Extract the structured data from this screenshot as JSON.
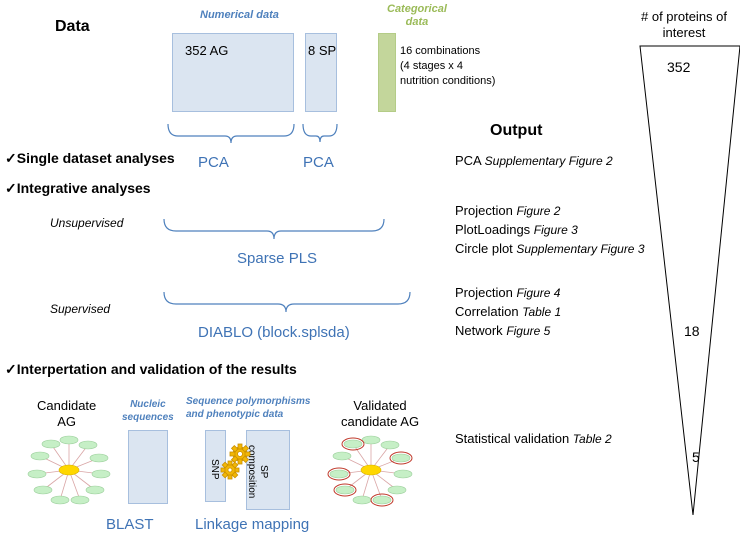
{
  "header": {
    "data_title": "Data",
    "numerical_label": "Numerical  data",
    "categorical_label_line1": "Categorical",
    "categorical_label_line2": "data",
    "proteins_label_line1": "# of proteins of",
    "proteins_label_line2": "interest",
    "output_title": "Output"
  },
  "datasets": {
    "ag": "352 AG",
    "sp": "8 SP",
    "combos_line1": "16 combinations",
    "combos_line2": "(4 stages x 4",
    "combos_line3": "nutrition conditions)"
  },
  "funnel": {
    "top": "352",
    "mid": "18",
    "bottom": "5"
  },
  "colors": {
    "accent_blue": "#4f81bd",
    "box_fill": "#dbe5f1",
    "categorical_green": "#c3d69b",
    "category_text": "#9bbb59"
  },
  "sections": {
    "single": "Single dataset analyses",
    "integrative": "Integrative analyses",
    "interpretation": "Interpertation and validation of the results"
  },
  "methods": {
    "pca1": "PCA",
    "pca2": "PCA",
    "unsupervised": "Unsupervised",
    "spls": "Sparse PLS",
    "supervised": "Supervised",
    "diablo": "DIABLO (block.splsda)",
    "blast": "BLAST",
    "linkage": "Linkage mapping"
  },
  "validation": {
    "candidate_l1": "Candidate",
    "candidate_l2": "AG",
    "nucleic_l1": "Nucleic",
    "nucleic_l2": "sequences",
    "seqpoly_l1": "Sequence polymorphisms",
    "seqpoly_l2": "and phenotypic data",
    "snp": "SNP",
    "sp_comp_l1": "SP",
    "sp_comp_l2": "composition",
    "validated_l1": "Validated",
    "validated_l2": "candidate AG"
  },
  "outputs": {
    "pca": {
      "text": "PCA",
      "ref": "Supplementary  Figure 2"
    },
    "projection1": {
      "text": "Projection",
      "ref": "Figure 2"
    },
    "plotloadings": {
      "text": "PlotLoadings",
      "ref": "Figure 3"
    },
    "circle": {
      "text": "Circle plot",
      "ref": "Supplementary Figure 3"
    },
    "projection2": {
      "text": "Projection",
      "ref": "Figure 4"
    },
    "correlation": {
      "text": "Correlation",
      "ref": "Table 1"
    },
    "network": {
      "text": "Network",
      "ref": "Figure 5"
    },
    "statistical": {
      "text": "Statistical validation",
      "ref": "Table 2"
    }
  }
}
